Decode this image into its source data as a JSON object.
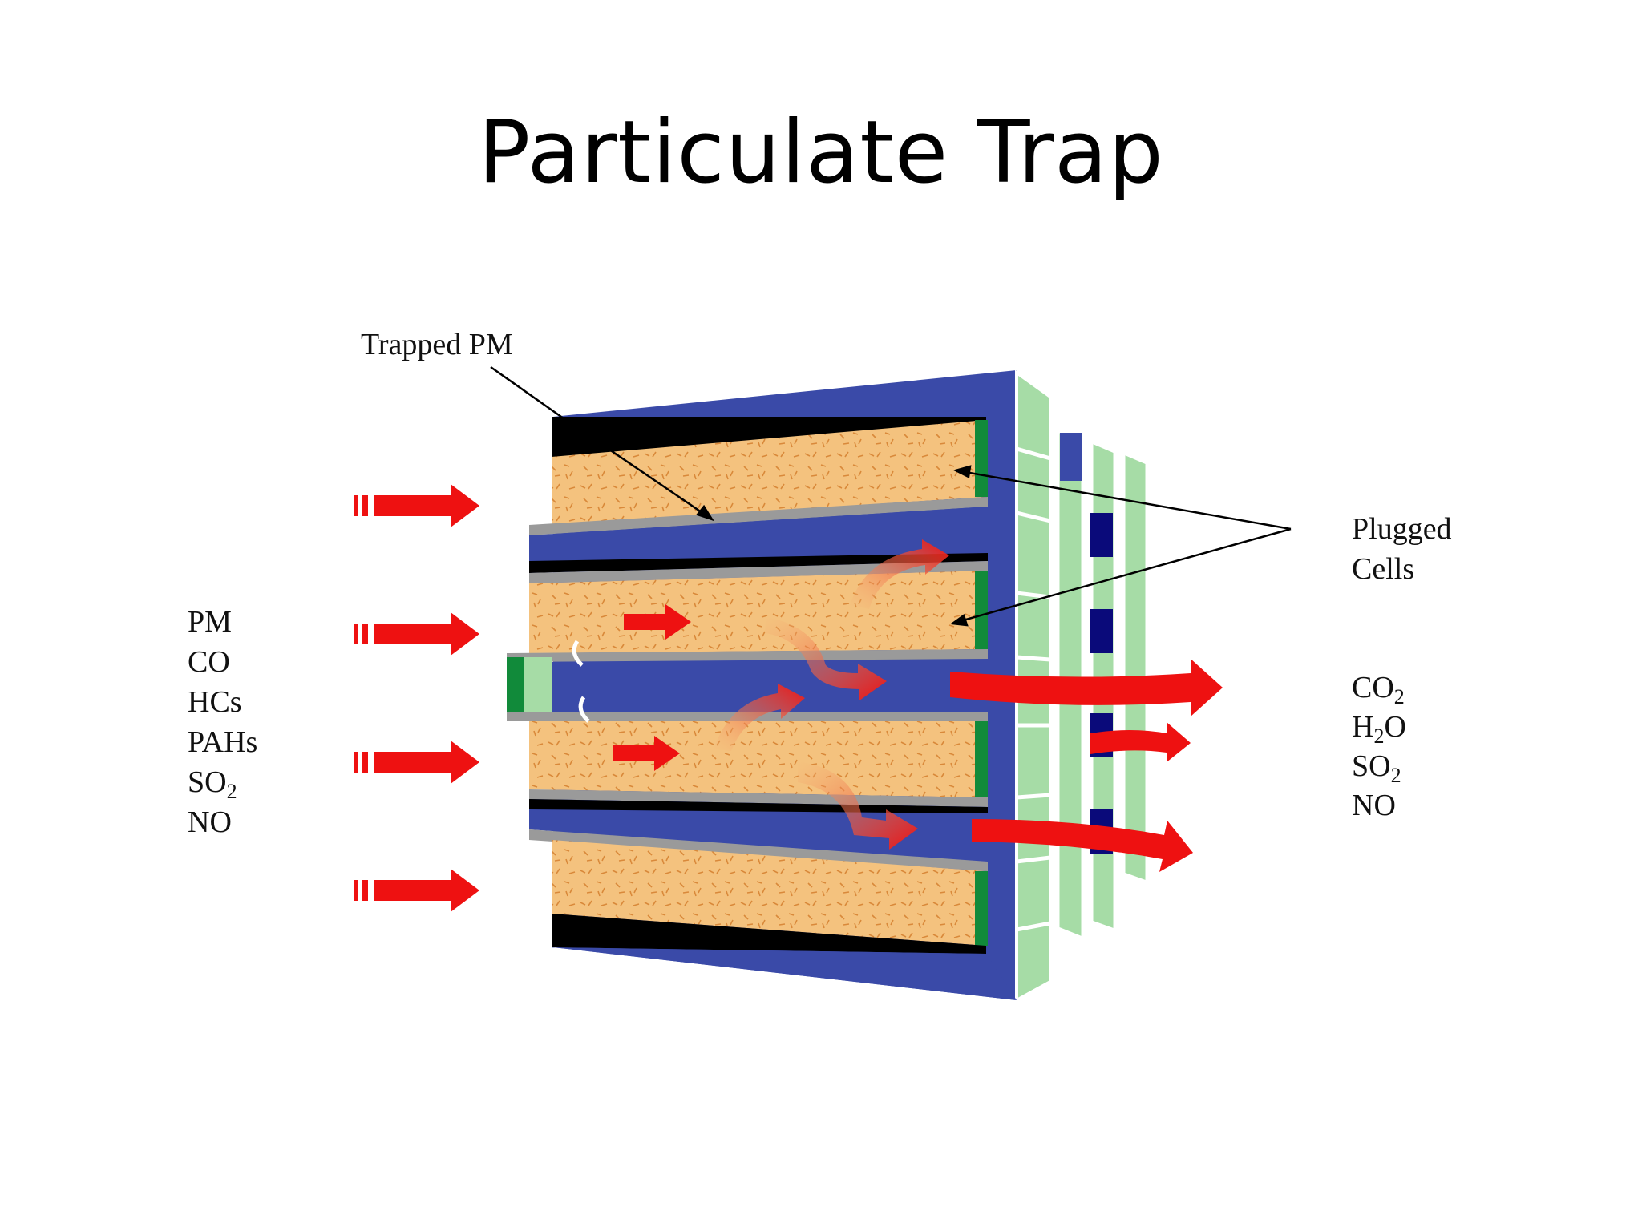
{
  "slide": {
    "title": "Particulate Trap"
  },
  "diagram": {
    "labels": {
      "trapped_pm": "Trapped PM",
      "plugged_line1": "Plugged",
      "plugged_line2": "Cells"
    },
    "inlet_species": [
      {
        "main": "PM",
        "sub": ""
      },
      {
        "main": "CO",
        "sub": ""
      },
      {
        "main": "HCs",
        "sub": ""
      },
      {
        "main": "PAHs",
        "sub": ""
      },
      {
        "main": "SO",
        "sub": "2"
      },
      {
        "main": "NO",
        "sub": ""
      }
    ],
    "outlet_species": [
      {
        "main": "CO",
        "sub": "2",
        "tail": ""
      },
      {
        "main": "H",
        "sub": "2",
        "tail": "O"
      },
      {
        "main": "SO",
        "sub": "2",
        "tail": ""
      },
      {
        "main": "NO",
        "sub": "",
        "tail": ""
      }
    ],
    "colors": {
      "channel_open": "#3a4aa8",
      "channel_dark": "#0a0a7a",
      "filter_material": "#f4c27e",
      "wall": "#9a9a9a",
      "plug_dark": "#118a3a",
      "plug_light": "#a6dca6",
      "flow_arrow": "#ee1111",
      "trapped_pm": "#000000"
    }
  }
}
